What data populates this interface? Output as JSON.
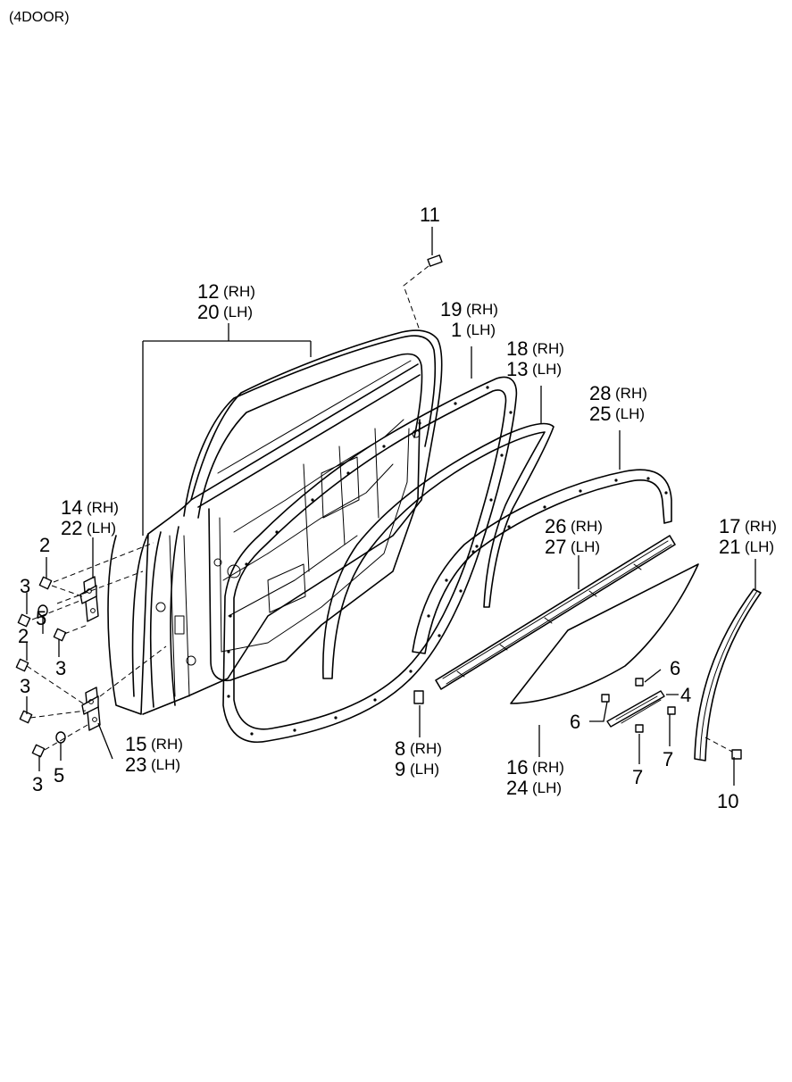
{
  "header": {
    "variant": "(4DOOR)"
  },
  "callouts": {
    "c11": {
      "number": "11"
    },
    "c12": {
      "number": "12",
      "side": "(RH)"
    },
    "c20": {
      "number": "20",
      "side": "(LH)"
    },
    "c19": {
      "number": "19",
      "side": "(RH)"
    },
    "c1": {
      "number": "1",
      "side": "(LH)"
    },
    "c18": {
      "number": "18",
      "side": "(RH)"
    },
    "c13": {
      "number": "13",
      "side": "(LH)"
    },
    "c28": {
      "number": "28",
      "side": "(RH)"
    },
    "c25": {
      "number": "25",
      "side": "(LH)"
    },
    "c14": {
      "number": "14",
      "side": "(RH)"
    },
    "c22": {
      "number": "22",
      "side": "(LH)"
    },
    "c26": {
      "number": "26",
      "side": "(RH)"
    },
    "c27": {
      "number": "27",
      "side": "(LH)"
    },
    "c17": {
      "number": "17",
      "side": "(RH)"
    },
    "c21": {
      "number": "21",
      "side": "(LH)"
    },
    "c15": {
      "number": "15",
      "side": "(RH)"
    },
    "c23": {
      "number": "23",
      "side": "(LH)"
    },
    "c8": {
      "number": "8",
      "side": "(RH)"
    },
    "c9": {
      "number": "9",
      "side": "(LH)"
    },
    "c16": {
      "number": "16",
      "side": "(RH)"
    },
    "c24": {
      "number": "24",
      "side": "(LH)"
    },
    "c10": {
      "number": "10"
    },
    "c4": {
      "number": "4"
    },
    "c2": {
      "number": "2"
    },
    "c3": {
      "number": "3"
    },
    "c5": {
      "number": "5"
    },
    "c6": {
      "number": "6"
    },
    "c7": {
      "number": "7"
    }
  }
}
